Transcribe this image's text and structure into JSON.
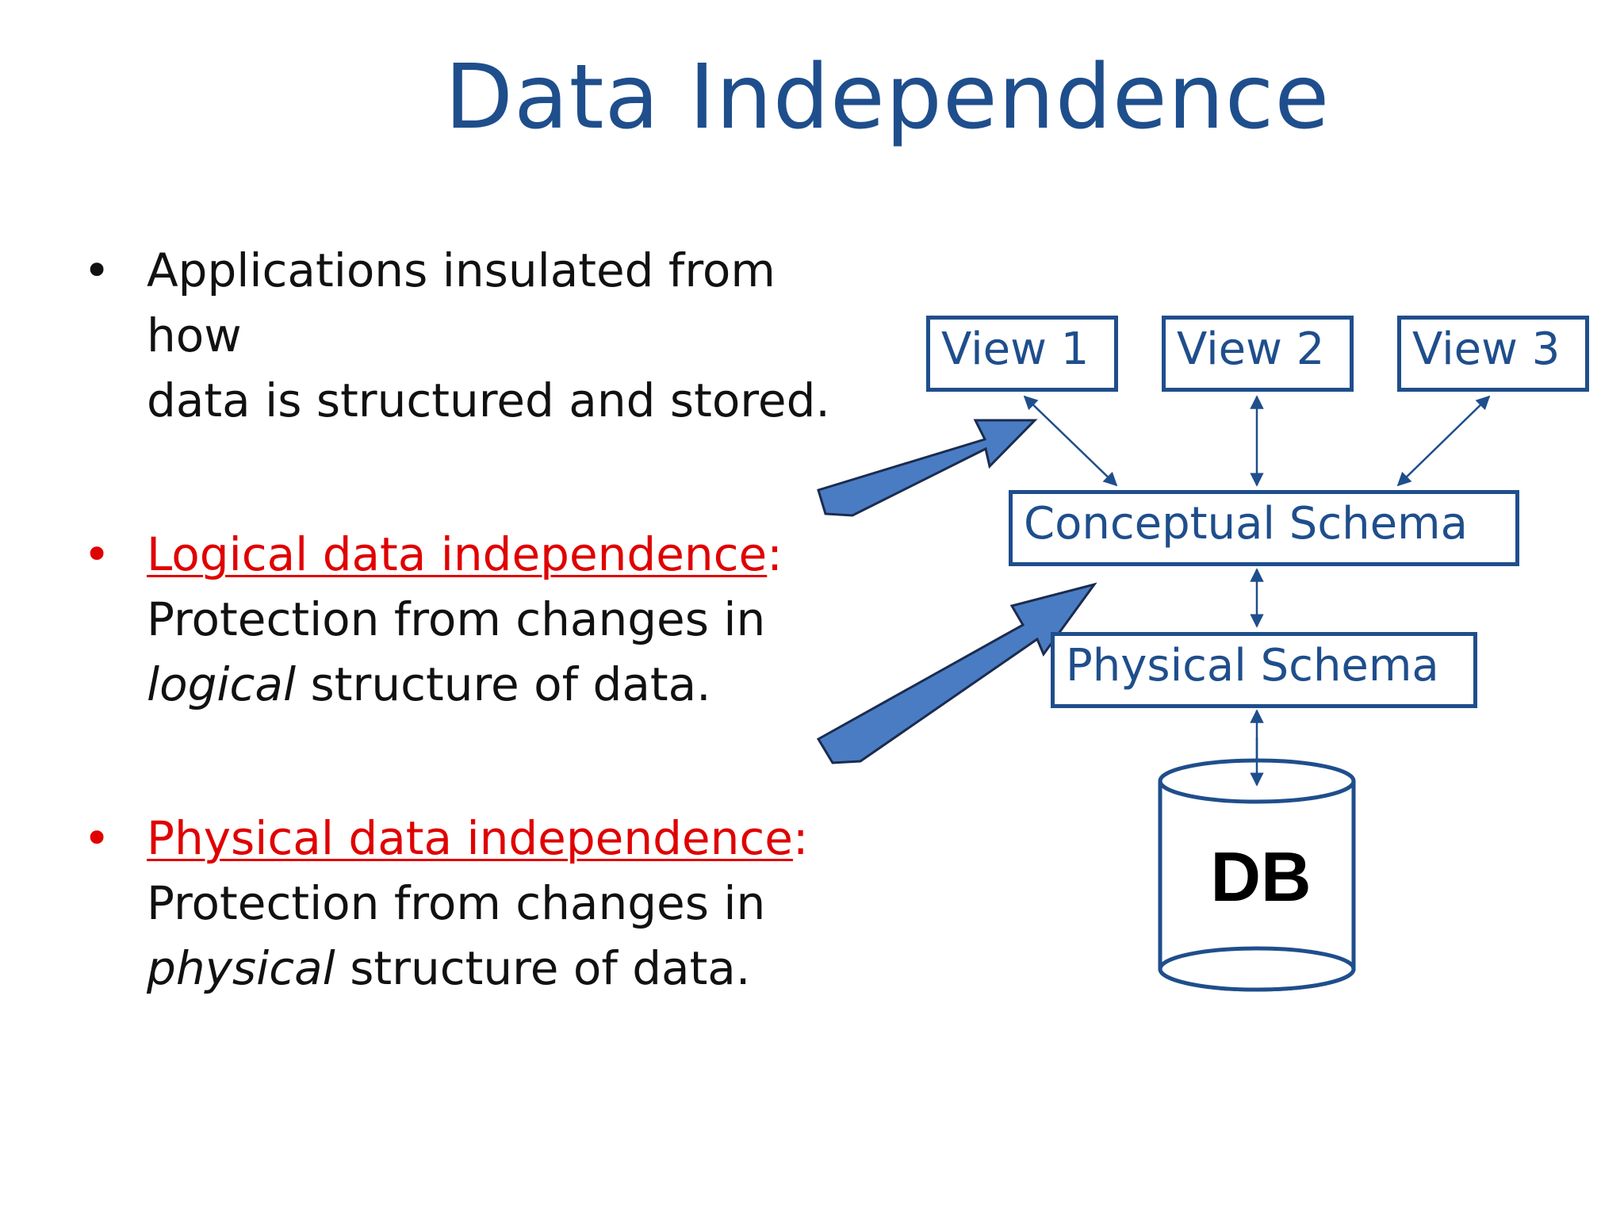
{
  "slide": {
    "title": "Data Independence",
    "bullets": [
      {
        "dot": "•",
        "line1": "Applications insulated from how",
        "line2": "data is structured and stored."
      },
      {
        "dot": "•",
        "heading": "Logical data independence",
        "colon": ":",
        "line2": "Protection from changes in",
        "italic_word": "logical",
        "line3_rest": " structure of data."
      },
      {
        "dot": "•",
        "heading": "Physical data independence",
        "colon": ":",
        "line2": "Protection from changes in",
        "italic_word": "physical",
        "line3_rest": " structure of data."
      }
    ]
  },
  "diagram": {
    "views": [
      "View 1",
      "View 2",
      "View 3"
    ],
    "conceptual": "Conceptual Schema",
    "physical": "Physical Schema",
    "db": "DB"
  },
  "colors": {
    "title": "#1f4e8c",
    "box_border": "#1f4e8c",
    "arrow_fill": "#4a7cc4",
    "highlight": "#e00000"
  }
}
